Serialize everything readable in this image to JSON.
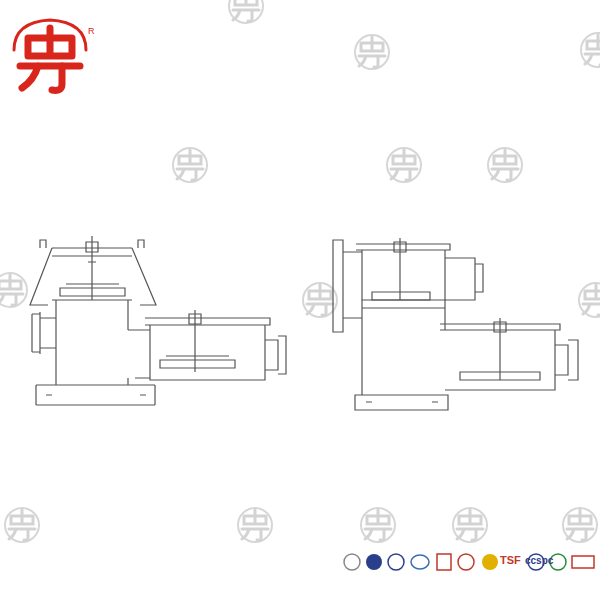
{
  "diagram": {
    "labels": [
      "R",
      "TSF",
      "ccspc"
    ]
  }
}
